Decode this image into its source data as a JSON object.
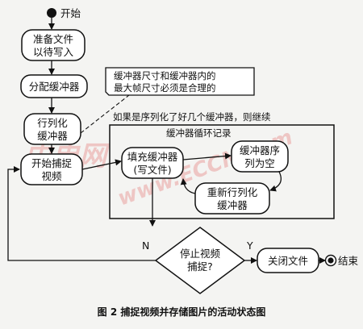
{
  "start": {
    "label": "开始"
  },
  "nodes": {
    "prepare": {
      "line1": "准备文件",
      "line2": "以待写入"
    },
    "allocate": {
      "label": "分配缓冲器"
    },
    "serialize": {
      "line1": "行列化",
      "line2": "缓冲器"
    },
    "capture": {
      "line1": "开始捕捉",
      "line2": "视频"
    },
    "fill": {
      "line1": "填充缓冲器",
      "line2": "(写文件)"
    },
    "empty": {
      "line1": "缓冲器序",
      "line2": "列为空"
    },
    "reserialize": {
      "line1": "重新行列化",
      "line2": "缓冲器"
    },
    "stop": {
      "line1": "停止视频",
      "line2": "捕捉?"
    },
    "close": {
      "label": "关闭文件"
    },
    "end": {
      "label": "结束"
    }
  },
  "note": {
    "line1": "缓冲器尺寸和缓冲器内的",
    "line2": "最大帧尺寸必须是合理的"
  },
  "loop": {
    "condition": "如果是序列化了好几个缓冲器，则继续",
    "title": "缓冲器循环记录"
  },
  "branches": {
    "no": "N",
    "yes": "Y"
  },
  "caption": "图 2   捕捉视频并存储图片的活动状态图",
  "watermarks": [
    "中电网",
    "www.ECCN.com"
  ],
  "colors": {
    "line": "#111111",
    "background": "#f4f4f2",
    "watermark": "#e26a6a"
  }
}
